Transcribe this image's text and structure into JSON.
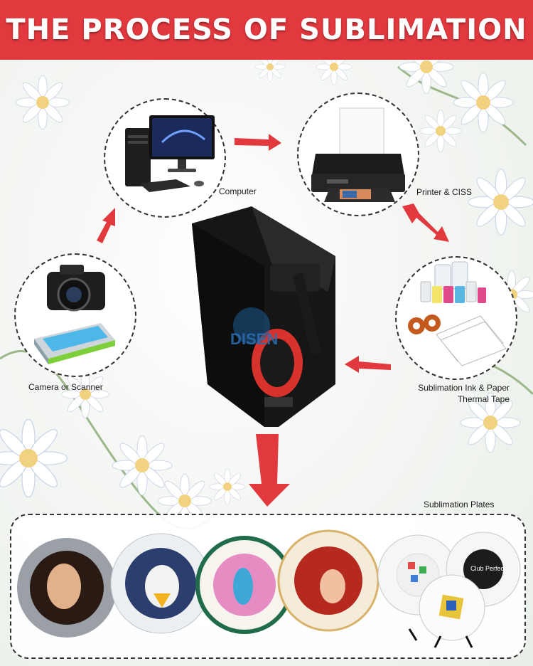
{
  "header": {
    "title": "THE PROCESS OF SUBLIMATION",
    "color": "#e2393f"
  },
  "machine": {
    "brand": "DISEN"
  },
  "steps": {
    "computer": "Computer",
    "printer": "Printer & CISS",
    "ink_paper_line1": "Sublimation Ink &  Paper",
    "ink_paper_line2": "Thermal Tape",
    "camera": "Camera or Scanner",
    "plates": "Sublimation  Plates"
  },
  "plates_art": {
    "club": "Club Perfect"
  },
  "colors": {
    "arrow": "#e2393f",
    "banner": "#e2393f"
  }
}
